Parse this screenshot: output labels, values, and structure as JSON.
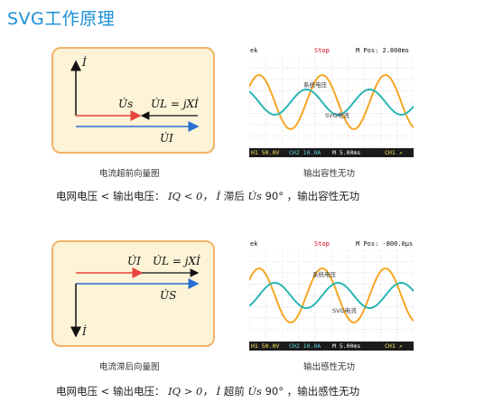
{
  "title": "SVG工作原理",
  "sections": [
    {
      "diagram": {
        "caption": "电流超前向量图",
        "labels": {
          "i": "İ",
          "us": "U̇s",
          "ul": "U̇L = jXİ",
          "ui": "U̇I"
        }
      },
      "scope": {
        "caption": "输出容性无功",
        "top": {
          "brand": "ek",
          "stop": "Stop",
          "mpos": "M Pos: 2.800ms"
        },
        "bottom": {
          "ch1": "H1 50.0V",
          "ch2": "CH2 10.0A",
          "m": "M 5.00ms",
          "trig": "CH1 ↗"
        },
        "wave_labels": {
          "voltage": "系统电压",
          "current": "SVG电流"
        }
      },
      "condition": {
        "prefix": "电网电压 < 输出电压：",
        "iq": "IQ < 0，",
        "i": "İ",
        "relation": "滞后",
        "us": "U̇s",
        "angle": "90°",
        "suffix": "，输出容性无功"
      }
    },
    {
      "diagram": {
        "caption": "电流滞后向量图",
        "labels": {
          "i": "İ",
          "ui": "U̇I",
          "ul": "U̇L = jXİ",
          "us": "U̇S"
        }
      },
      "scope": {
        "caption": "输出感性无功",
        "top": {
          "brand": "ek",
          "stop": "Stop",
          "mpos": "M Pos: -800.0μs"
        },
        "bottom": {
          "ch1": "H1 50.0V",
          "ch2": "CH2 10.0A",
          "m": "M 5.00ms",
          "trig": "CH1 ↗"
        },
        "wave_labels": {
          "voltage": "系统电压",
          "current": "SVG电流"
        }
      },
      "condition": {
        "prefix": "电网电压 < 输出电压：",
        "iq": "IQ > 0，",
        "i": "İ",
        "relation": "超前",
        "us": "U̇s",
        "angle": "90°",
        "suffix": "，输出感性无功"
      }
    }
  ],
  "colors": {
    "title": "#1a8fd6",
    "box_fill": "#fdf3d7",
    "box_border": "#f0b36a",
    "red_vector": "#e8453c",
    "blue_vector": "#2a6fd0",
    "voltage_wave": "#f5a623",
    "current_wave": "#2bb5b5"
  }
}
